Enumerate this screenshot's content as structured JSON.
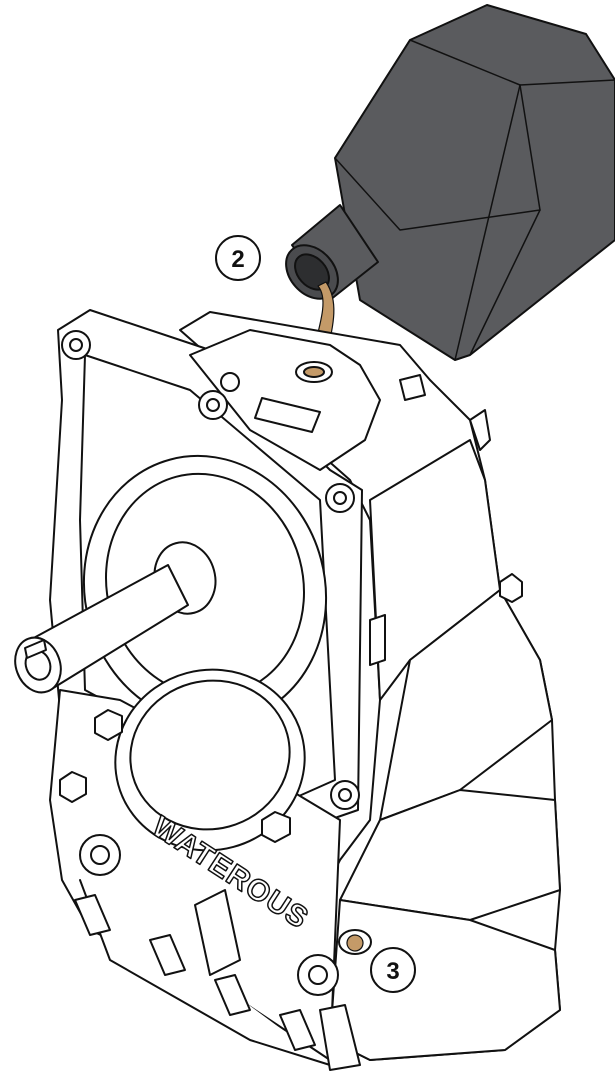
{
  "callouts": {
    "fill_step": "2",
    "level_step": "3"
  },
  "housing_brand": "WATEROUS",
  "nameplate_text": "",
  "colors": {
    "oil": "#c49a68",
    "oil_bottle": "#5a5b5e",
    "outline": "#111111",
    "housing": "#ffffff"
  }
}
